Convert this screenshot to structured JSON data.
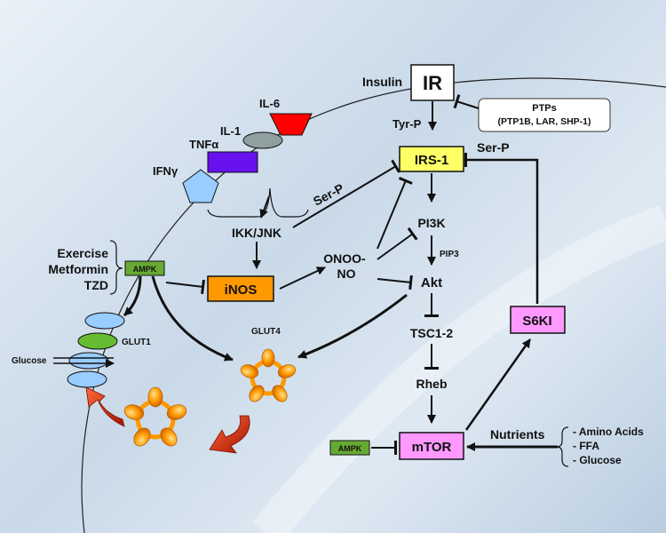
{
  "labels": {
    "insulin": "Insulin",
    "ir": "IR",
    "ptps_title": "PTPs",
    "ptps_detail": "(PTP1B, LAR, SHP-1)",
    "tyr_p": "Tyr-P",
    "irs1": "IRS-1",
    "ser_p_right": "Ser-P",
    "ser_p_left": "Ser-P",
    "il6": "IL-6",
    "il1": "IL-1",
    "tnfa": "TNFα",
    "ifng": "IFNγ",
    "ikk_jnk": "IKK/JNK",
    "pi3k": "PI3K",
    "pip3": "PIP3",
    "onoo": "ONOO-",
    "no": "NO",
    "akt": "Akt",
    "inos": "iNOS",
    "exercise": "Exercise",
    "metformin": "Metformin",
    "tzd": "TZD",
    "ampk_top": "AMPK",
    "ampk_bottom": "AMPK",
    "glut1": "GLUT1",
    "glut4": "GLUT4",
    "glucose_left": "Glucose",
    "tsc": "TSC1-2",
    "rheb": "Rheb",
    "mtor": "mTOR",
    "s6ki": "S6KI",
    "nutrients": "Nutrients",
    "nutrient_items": [
      "- Amino Acids",
      "- FFA",
      "- Glucose"
    ]
  },
  "colors": {
    "irs1_fill": "#ffff66",
    "inos_fill": "#ff9900",
    "mtor_fill": "#ff99ff",
    "s6ki_fill": "#ff99ff",
    "ampk_fill": "#66aa33",
    "il6_fill": "#ff0000",
    "il1_fill": "#8fa0a0",
    "tnfa_fill": "#6611ee",
    "ifng_fill": "#99ccff",
    "glut1_fill": "#66bb33",
    "transporter_fill": "#99ccff",
    "glut4_fill": "#ff9900"
  }
}
